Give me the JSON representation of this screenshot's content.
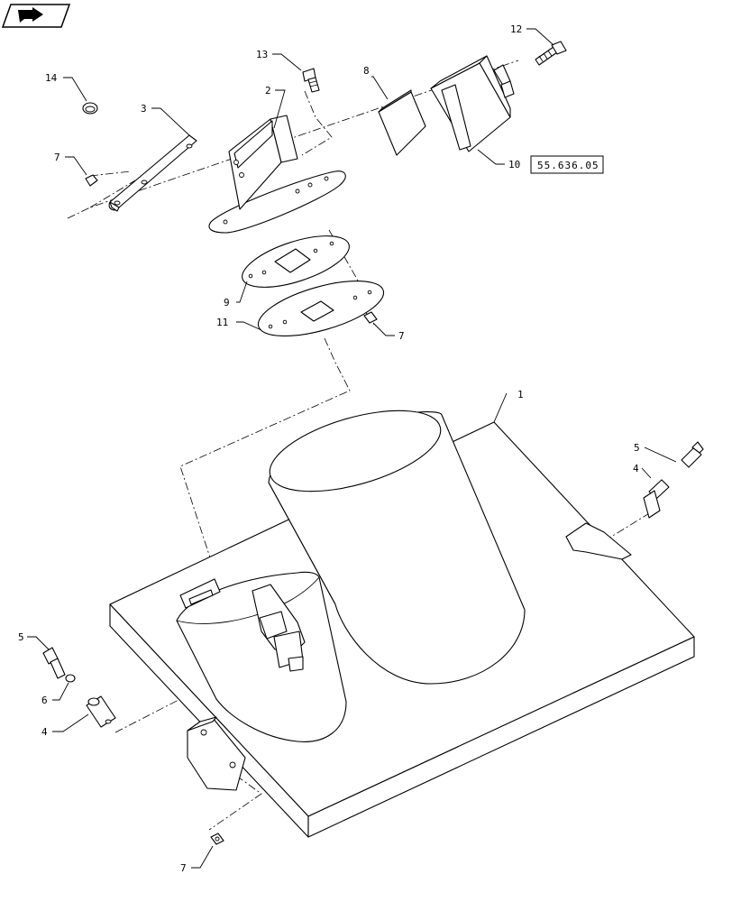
{
  "callouts": {
    "c1": "1",
    "c2": "2",
    "c3": "3",
    "c4_right": "4",
    "c4_left": "4",
    "c5_right": "5",
    "c5_left": "5",
    "c6": "6",
    "c7_upper_left": "7",
    "c7_mid": "7",
    "c7_bottom": "7",
    "c8": "8",
    "c9": "9",
    "c10": "10",
    "c11": "11",
    "c12": "12",
    "c13": "13",
    "c14": "14"
  },
  "reference": {
    "code": "55.636.05"
  },
  "icons": {
    "nav_icon": "folder-arrow-icon"
  }
}
